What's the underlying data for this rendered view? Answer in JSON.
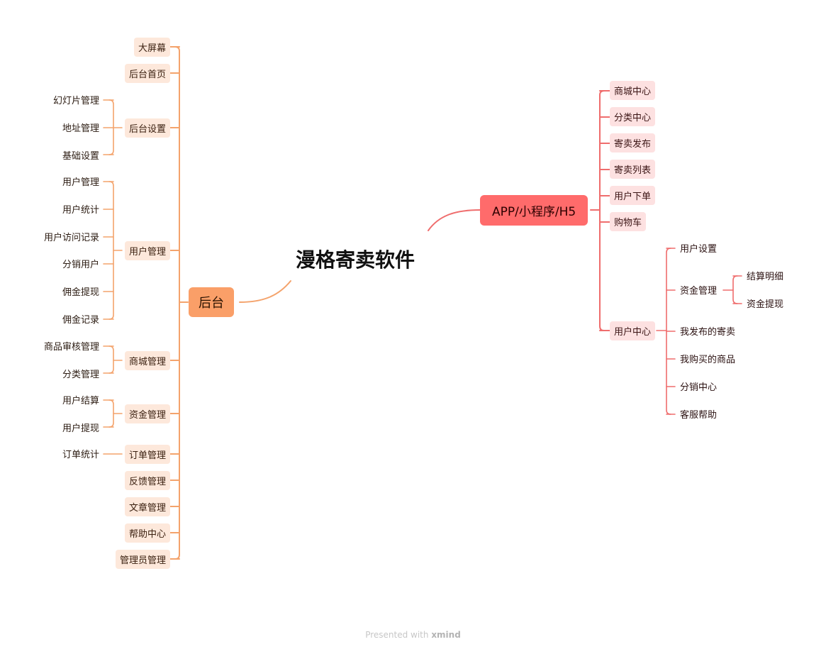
{
  "central": "漫格寄卖软件",
  "left": {
    "label": "后台",
    "items": [
      {
        "label": "大屏幕",
        "children": []
      },
      {
        "label": "后台首页",
        "children": []
      },
      {
        "label": "后台设置",
        "children": [
          "幻灯片管理",
          "地址管理",
          "基础设置"
        ]
      },
      {
        "label": "用户管理",
        "children": [
          "用户管理",
          "用户统计",
          "用户访问记录",
          "分销用户",
          "佣金提现",
          "佣金记录"
        ]
      },
      {
        "label": "商城管理",
        "children": [
          "商品审核管理",
          "分类管理"
        ]
      },
      {
        "label": "资金管理",
        "children": [
          "用户结算",
          "用户提现"
        ]
      },
      {
        "label": "订单管理",
        "children": [
          "订单统计"
        ]
      },
      {
        "label": "反馈管理",
        "children": []
      },
      {
        "label": "文章管理",
        "children": []
      },
      {
        "label": "帮助中心",
        "children": []
      },
      {
        "label": "管理员管理",
        "children": []
      }
    ]
  },
  "right": {
    "label": "APP/小程序/H5",
    "items": [
      {
        "label": "商城中心",
        "children": []
      },
      {
        "label": "分类中心",
        "children": []
      },
      {
        "label": "寄卖发布",
        "children": []
      },
      {
        "label": "寄卖列表",
        "children": []
      },
      {
        "label": "用户下单",
        "children": []
      },
      {
        "label": "购物车",
        "children": []
      },
      {
        "label": "用户中心",
        "children": [
          {
            "label": "用户设置",
            "children": []
          },
          {
            "label": "资金管理",
            "children": [
              "结算明细",
              "资金提现"
            ]
          },
          {
            "label": "我发布的寄卖",
            "children": []
          },
          {
            "label": "我购买的商品",
            "children": []
          },
          {
            "label": "分销中心",
            "children": []
          },
          {
            "label": "客服帮助",
            "children": []
          }
        ]
      }
    ]
  },
  "footer": {
    "prefix": "Presented with ",
    "brand": "xmind"
  },
  "colors": {
    "left_line": "#f4a36c",
    "right_line": "#ef6d6d",
    "left_main": "#fa9f68",
    "right_main": "#ff6b6b"
  }
}
